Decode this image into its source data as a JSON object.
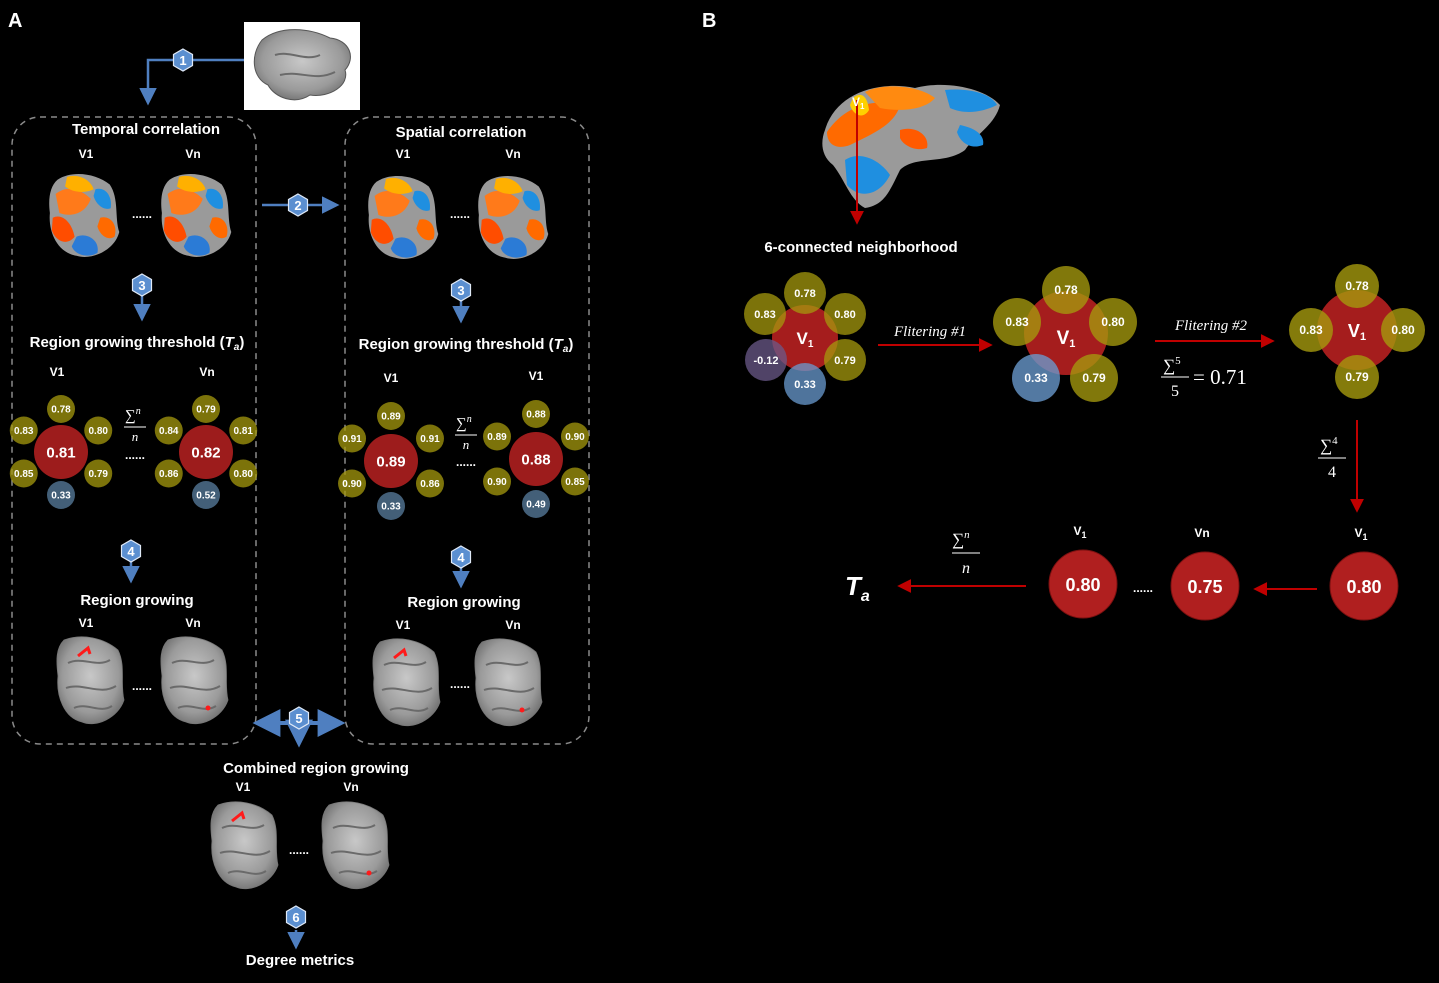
{
  "panels": {
    "a": "A",
    "b": "B"
  },
  "panel_a": {
    "steps": [
      "1",
      "2",
      "3",
      "3",
      "4",
      "4",
      "5",
      "6"
    ],
    "temporal_title": "Temporal correlation",
    "spatial_title": "Spatial correlation",
    "threshold_title": "Region growing threshold (",
    "threshold_symbol": "T",
    "threshold_sub": "a",
    "threshold_close": ")",
    "region_growing_title": "Region growing",
    "combined_title": "Combined region growing",
    "degree_title": "Degree metrics",
    "v1_label": "V1",
    "vn_label": "Vn",
    "dots": "......",
    "sum_symbol": "∑",
    "sum_sup": "n",
    "sum_den": "n",
    "temporal_flowers": [
      {
        "center": "0.81",
        "top": "0.78",
        "ul": "0.83",
        "ur": "0.80",
        "ll": "0.85",
        "lr": "0.79",
        "bottom": "0.33"
      },
      {
        "center": "0.82",
        "top": "0.79",
        "ul": "0.84",
        "ur": "0.81",
        "ll": "0.86",
        "lr": "0.80",
        "bottom": "0.52"
      }
    ],
    "spatial_flowers": [
      {
        "center": "0.89",
        "top": "0.89",
        "ul": "0.91",
        "ur": "0.91",
        "ll": "0.90",
        "lr": "0.86",
        "bottom": "0.33"
      },
      {
        "center": "0.88",
        "top": "0.88",
        "ul": "0.89",
        "ur": "0.90",
        "ll": "0.90",
        "lr": "0.85",
        "bottom": "0.49"
      }
    ],
    "spatial_vlabels": [
      "V1",
      "V1"
    ]
  },
  "panel_b": {
    "v1_main": "V",
    "v1_sub": "1",
    "neighborhood_title": "6-connected neighborhood",
    "filter1": "Flitering #1",
    "filter2": "Flitering #2",
    "sum_symbol": "∑",
    "sum5_sup": "5",
    "sum5_den": "5",
    "sum5_result": "= 0.71",
    "sum4_sup": "4",
    "sum4_den": "4",
    "sumn_sup": "n",
    "sumn_den": "n",
    "ta_symbol": "T",
    "ta_sub": "a",
    "dots": "......",
    "stage1": {
      "top": "0.78",
      "ul": "0.83",
      "ur": "0.80",
      "ll": "-0.12",
      "lr": "0.79",
      "bottom": "0.33"
    },
    "stage2": {
      "top": "0.78",
      "ul": "0.83",
      "ur": "0.80",
      "ll": "0.33",
      "lr": "0.79"
    },
    "stage3": {
      "top": "0.78",
      "left": "0.83",
      "right": "0.80",
      "bottom": "0.79"
    },
    "results": [
      {
        "label_main": "V",
        "label_sub": "1",
        "value": "0.80"
      },
      {
        "label_main": "Vn",
        "label_sub": "",
        "value": "0.75"
      },
      {
        "label_main": "V",
        "label_sub": "1",
        "value": "0.80"
      }
    ]
  },
  "colors": {
    "background": "#000000",
    "hex_badge": "#5b8fd0",
    "arrow_blue": "#4f7fc0",
    "arrow_red": "#c00000",
    "center_red": "#a51d1d",
    "petal_yellow": "#a59a0e",
    "petal_blue": "#5a7fa0",
    "dashed_box": "#8a8a8a"
  }
}
